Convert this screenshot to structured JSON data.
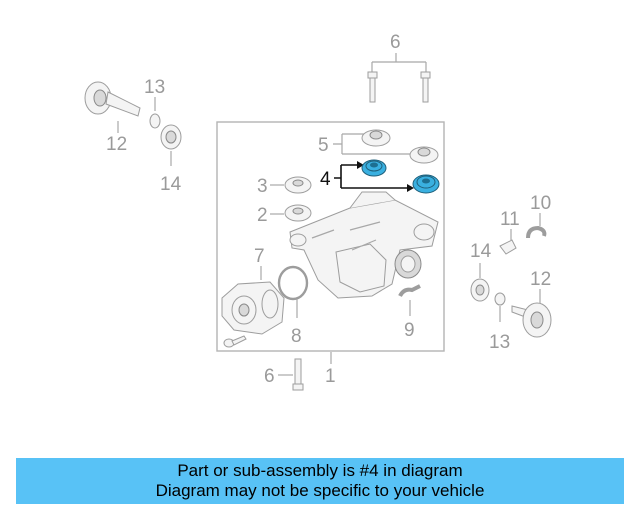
{
  "callouts": {
    "n1": "1",
    "n2": "2",
    "n3": "3",
    "n4": "4",
    "n5": "5",
    "n6_top": "6",
    "n6_bottom": "6",
    "n7": "7",
    "n8": "8",
    "n9": "9",
    "n10": "10",
    "n11": "11",
    "n12_left": "12",
    "n12_right": "12",
    "n13_left": "13",
    "n13_right": "13",
    "n14_left": "14",
    "n14_right": "14"
  },
  "caption": {
    "line1": "Part or sub-assembly is #4 in diagram",
    "line2": "Diagram may not be specific to your vehicle"
  },
  "colors": {
    "caption_bg": "#58c2f6",
    "highlight_part": "#3ab0e0",
    "callout_gray": "#9a9a9a"
  }
}
